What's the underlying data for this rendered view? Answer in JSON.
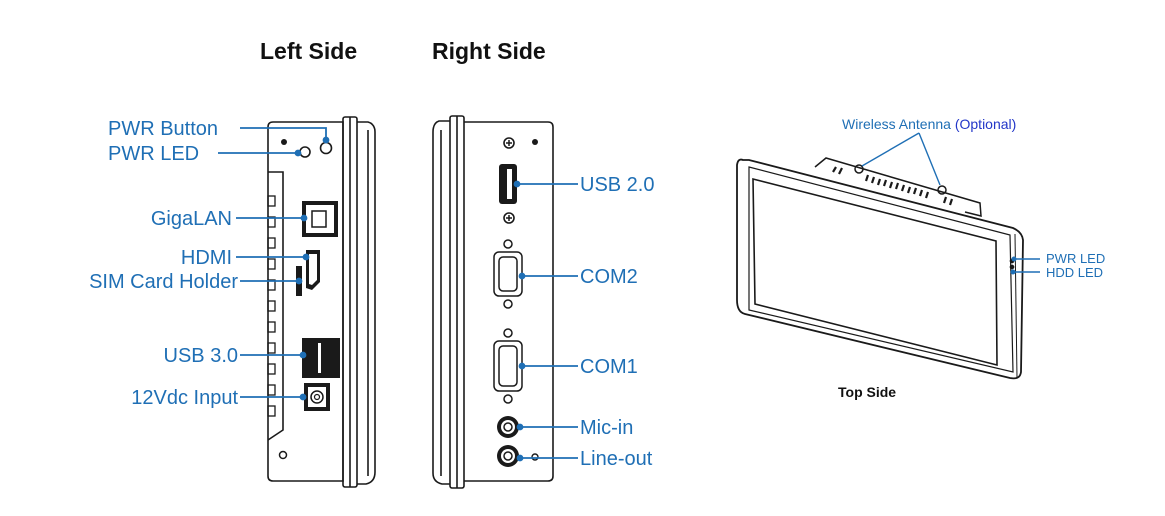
{
  "titles": {
    "left": "Left Side",
    "right": "Right Side",
    "top": "Top Side"
  },
  "left_side": {
    "labels": [
      "PWR Button",
      "PWR LED",
      "GigaLAN",
      "HDMI",
      "SIM Card Holder",
      "USB 3.0",
      "12Vdc Input"
    ]
  },
  "right_side": {
    "labels": [
      "USB 2.0",
      "COM2",
      "COM1",
      "Mic-in",
      "Line-out"
    ]
  },
  "top_side": {
    "antenna_label": "Wireless Antenna",
    "antenna_optional": "(Optional)",
    "pwr_led": "PWR LED",
    "hdd_led": "HDD LED"
  },
  "colors": {
    "callout": "#1f6fb5",
    "optional": "#2236c8",
    "outline": "#1a1a1a"
  }
}
